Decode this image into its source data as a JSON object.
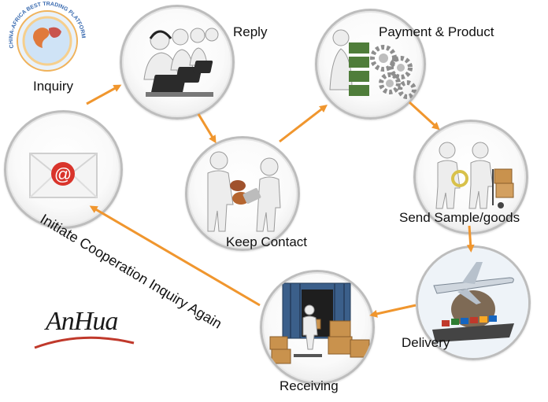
{
  "badge": {
    "text": "CHINA-AFRICA BEST TRADING PLATFORM"
  },
  "logo": {
    "text": "AnHua"
  },
  "steps": {
    "inquiry": "Inquiry",
    "reply": "Reply",
    "payment": "Payment & Product",
    "keep_contact": "Keep Contact",
    "send_sample": "Send Sample/goods",
    "delivery": "Delivery",
    "receiving": "Receiving"
  },
  "loop_label": "Initiate Cooperation Inquiry Again",
  "icons": {
    "inquiry": "email-envelope-icon",
    "reply": "call-center-icon",
    "payment": "money-and-gears-icon",
    "keep_contact": "handshake-icon",
    "send_sample": "people-with-boxes-icon",
    "delivery": "airplane-and-ship-icon",
    "receiving": "container-with-boxes-icon"
  },
  "colors": {
    "arrow": "#f0962e",
    "node_border": "#bdbdbd",
    "logo_red": "#c0392b"
  }
}
